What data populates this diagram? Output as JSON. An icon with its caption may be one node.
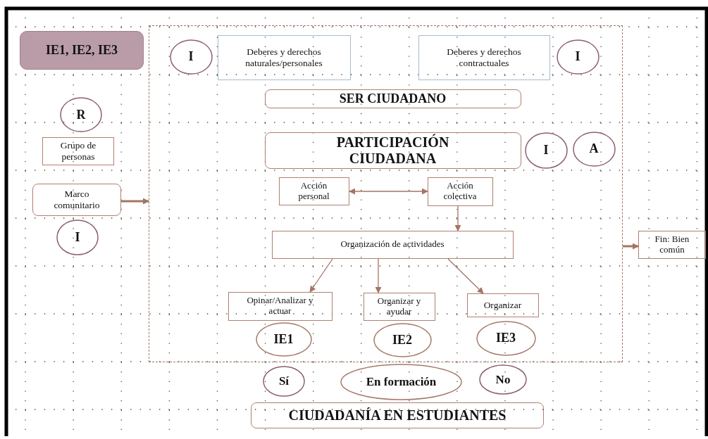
{
  "diagram": {
    "nodes": [
      {
        "text": [
          "IE1, IE2, IE3"
        ]
      },
      {
        "text": [],
        "shape": "box"
      },
      {
        "text": [
          "I"
        ],
        "in": 1
      },
      {
        "text": [
          "Deberes y derechos naturales/personales"
        ],
        "in": 1
      },
      {
        "text": [
          "Deberes y derechos contractuales"
        ],
        "in": 1
      },
      {
        "text": [
          "I"
        ],
        "in": 1
      },
      {
        "text": [
          "SER CIUDADANO"
        ],
        "in": 1
      },
      {
        "text": [
          "PARTICIPACIÓN CIUDADANA"
        ],
        "in": 1
      },
      {
        "text": [
          "I"
        ],
        "in": 1
      },
      {
        "text": [
          "A"
        ],
        "in": 1
      },
      {
        "text": [
          "Acción personal"
        ],
        "in": 1
      },
      {
        "text": [
          "Acción colectiva"
        ],
        "in": 1
      },
      {
        "text": [
          "Organización de actividades"
        ],
        "in": 1
      },
      {
        "text": [
          "Opinar/Analizar y actuar"
        ],
        "in": 1
      },
      {
        "text": [
          "Organizar y ayudar"
        ],
        "in": 1
      },
      {
        "text": [
          "Organizar"
        ],
        "in": 1
      },
      {
        "text": [
          "IE1"
        ],
        "in": 1
      },
      {
        "text": [
          "IE2"
        ],
        "in": 1
      },
      {
        "text": [
          "IE3"
        ],
        "in": 1
      },
      {
        "text": [
          "R"
        ]
      },
      {
        "text": [
          "Grupo de personas"
        ]
      },
      {
        "text": [
          "Marco comunitario"
        ]
      },
      {
        "text": [
          "I"
        ]
      },
      {
        "text": [
          "Sí"
        ]
      },
      {
        "text": [
          "En formación"
        ]
      },
      {
        "text": [
          "No"
        ]
      },
      {
        "text": [
          "CIUDADANÍA EN ESTUDIANTES"
        ]
      },
      {
        "text": [
          "Fin: Bien común"
        ]
      }
    ],
    "edges": [
      {
        "from": 21,
        "to": 1,
        "arrow": "to",
        "style": "thick"
      },
      {
        "from": 10,
        "to": 11,
        "arrow": "both"
      },
      {
        "from": 11,
        "to": 12,
        "arrow": "to"
      },
      {
        "from": 12,
        "to": 13,
        "arrow": "to"
      },
      {
        "from": 12,
        "to": 14,
        "arrow": "to"
      },
      {
        "from": 12,
        "to": 15,
        "arrow": "to"
      },
      {
        "from": 1,
        "to": 27,
        "arrow": "to",
        "style": "thick"
      }
    ]
  }
}
